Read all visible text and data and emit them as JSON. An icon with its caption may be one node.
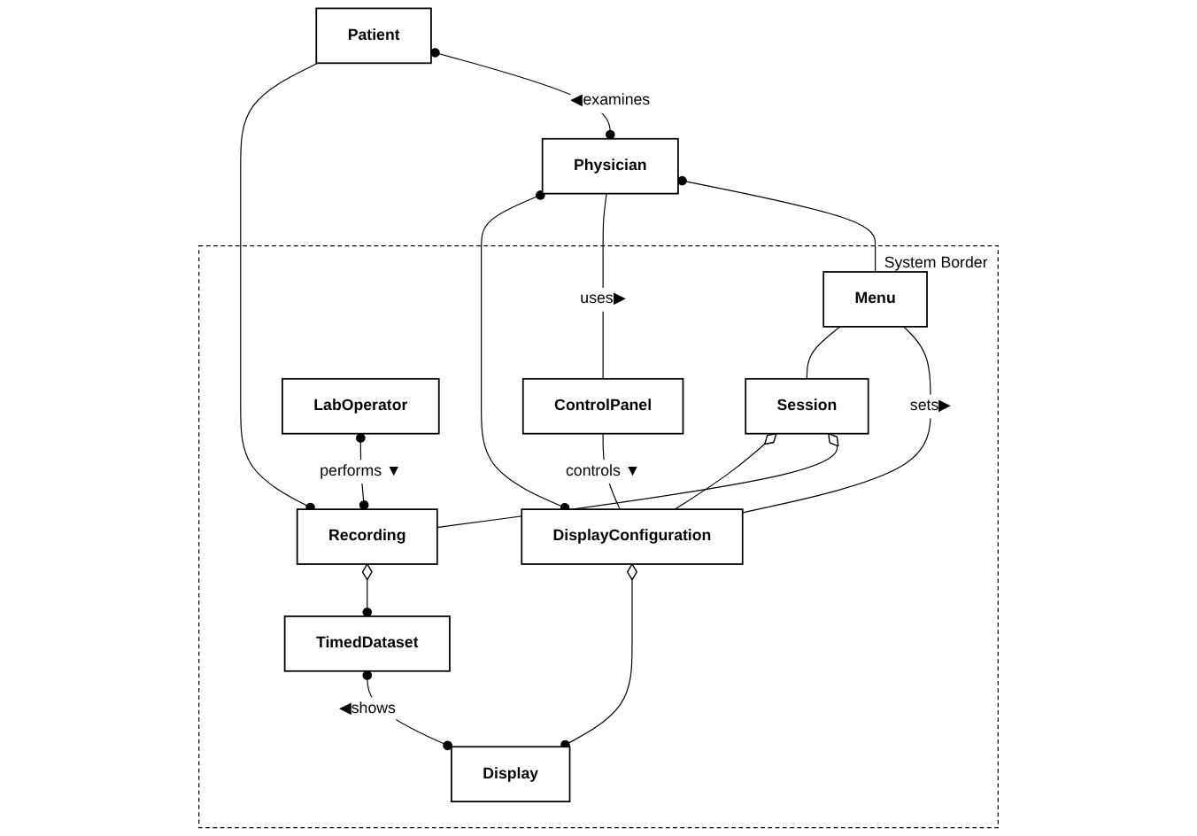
{
  "diagram": {
    "nodes": [
      {
        "text": [
          "Patient"
        ]
      },
      {
        "text": [
          "Physician"
        ]
      },
      {
        "text": [
          "System Border"
        ]
      },
      {
        "text": [
          "Menu"
        ],
        "in": 2
      },
      {
        "text": [
          "ControlPanel"
        ],
        "in": 2
      },
      {
        "text": [
          "LabOperator"
        ],
        "in": 2
      },
      {
        "text": [
          "Session"
        ],
        "in": 2
      },
      {
        "text": [
          "Recording"
        ],
        "in": 2
      },
      {
        "text": [
          "DisplayConfiguration"
        ],
        "in": 2
      },
      {
        "text": [
          "TimedDataset"
        ],
        "in": 2
      },
      {
        "text": [
          "Display"
        ],
        "in": 2
      }
    ],
    "edges": [
      {
        "from": 0,
        "to": 1,
        "arrow": "other",
        "label": "◀examines"
      },
      {
        "from": 1,
        "to": 3,
        "arrow": "other"
      },
      {
        "from": 1,
        "to": 4,
        "arrow": "none",
        "label": "uses▶"
      },
      {
        "from": 1,
        "to": 8,
        "arrow": "other"
      },
      {
        "from": 0,
        "to": 7,
        "arrow": "other"
      },
      {
        "from": 3,
        "to": 8,
        "arrow": "none",
        "label": "sets▶"
      },
      {
        "from": 3,
        "to": 6,
        "arrow": "none"
      },
      {
        "from": 5,
        "to": 7,
        "arrow": "other",
        "label": "performs ▼"
      },
      {
        "from": 4,
        "to": 8,
        "arrow": "none",
        "label": "controls ▼"
      },
      {
        "from": 6,
        "to": 7,
        "arrow": "other"
      },
      {
        "from": 6,
        "to": 8,
        "arrow": "other"
      },
      {
        "from": 7,
        "to": 9,
        "arrow": "other"
      },
      {
        "from": 8,
        "to": 10,
        "arrow": "other"
      },
      {
        "from": 9,
        "to": 10,
        "arrow": "other",
        "label": "◀shows"
      }
    ]
  }
}
